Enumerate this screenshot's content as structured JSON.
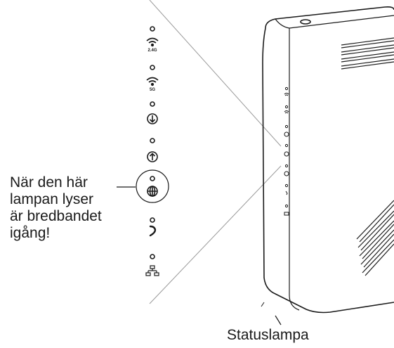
{
  "indicator_labels": {
    "wifi_24": "2.4G",
    "wifi_5": "5G"
  },
  "indicators": [
    {
      "name": "wifi-2.4g",
      "icon": "wifi-icon"
    },
    {
      "name": "wifi-5g",
      "icon": "wifi-icon"
    },
    {
      "name": "downstream",
      "icon": "arrow-down-circle-icon"
    },
    {
      "name": "upstream",
      "icon": "arrow-up-circle-icon"
    },
    {
      "name": "internet",
      "icon": "globe-icon",
      "highlighted": true
    },
    {
      "name": "phone",
      "icon": "phone-icon"
    },
    {
      "name": "ethernet",
      "icon": "network-icon"
    }
  ],
  "callout": {
    "lines": [
      "När den här",
      "lampan lyser",
      "är bredbandet",
      "igång!"
    ]
  },
  "caption": "Statuslampa"
}
